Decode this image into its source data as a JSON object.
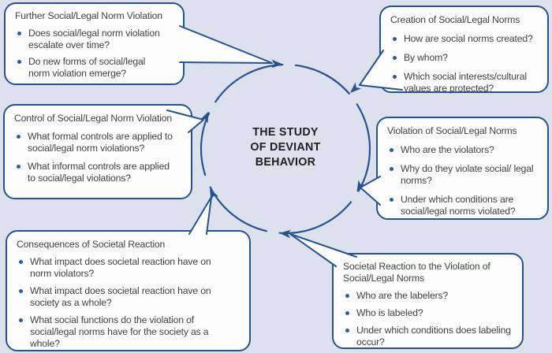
{
  "diagram_title": "The Study of Deviant Behavior cycle",
  "colors": {
    "background": "#dce1ed",
    "line": "#26538e",
    "bullet": "#2c5ca6",
    "text": "#424244",
    "box_fill": "#fdfdfe",
    "center_text": "#1e1f23"
  },
  "center": {
    "lines": [
      "THE STUDY",
      "OF DEVIANT",
      "BEHAVIOR"
    ]
  },
  "boxes": [
    {
      "title": "Further Social/Legal Norm Violation",
      "bullets": [
        "Does social/legal norm violation escalate over time?",
        "Do new forms of social/legal norm violation emerge?"
      ]
    },
    {
      "title": "Creation of Social/Legal Norms",
      "bullets": [
        "How are social norms created?",
        "By whom?",
        "Which social interests/cultural values are protected?"
      ]
    },
    {
      "title": "Control of Social/Legal Norm Violation",
      "bullets": [
        "What formal controls are applied to social/legal norm violations?",
        "What informal controls are applied to social/legal violations?"
      ]
    },
    {
      "title": "Violation of Social/Legal Norms",
      "bullets": [
        "Who are the violators?",
        "Why do they violate social/ legal norms?",
        "Under which conditions are social/legal norms violated?"
      ]
    },
    {
      "title": "Consequences of Societal Reaction",
      "bullets": [
        "What impact does societal reaction have on norm violators?",
        "What impact does societal reaction have on society as a whole?",
        "What social functions do the violation of social/legal norms have for the society as a whole?"
      ]
    },
    {
      "title": "Societal Reaction to the Violation of Social/Legal Norms",
      "bullets": [
        "Who are the labelers?",
        "Who is labeled?",
        "Under which conditions does labeling occur?"
      ]
    }
  ]
}
